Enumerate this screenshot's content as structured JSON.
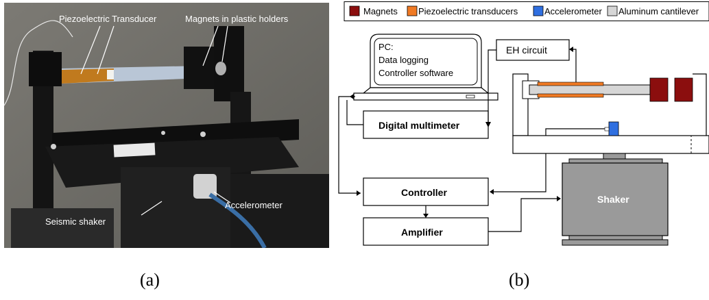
{
  "photo": {
    "labels": {
      "transducer": "Piezoelectric Transducer",
      "magnets": "Magnets in plastic holders",
      "shaker": "Seismic shaker",
      "accelerometer": "Accelerometer"
    },
    "colors": {
      "background": "#6e6e69",
      "frame": "#111111",
      "beam": "#b9c6d6",
      "piezo": "#c07a1e"
    }
  },
  "diagram": {
    "legend": {
      "magnets": "Magnets",
      "piezo": "Piezoelectric transducers",
      "accelerometer": "Accelerometer",
      "cantilever": "Aluminum cantilever"
    },
    "colors": {
      "magnet": "#8b0e0e",
      "piezo": "#f07a24",
      "accelerometer": "#2f6fe0",
      "cantilever": "#d6d6d6",
      "shaker": "#9a9a9a"
    },
    "pc": {
      "line1": "PC:",
      "line2": "Data logging",
      "line3": "Controller software"
    },
    "eh_circuit": "EH circuit",
    "multimeter": "Digital multimeter",
    "controller": "Controller",
    "amplifier": "Amplifier",
    "shaker": "Shaker"
  },
  "captions": {
    "a": "(a)",
    "b": "(b)"
  }
}
